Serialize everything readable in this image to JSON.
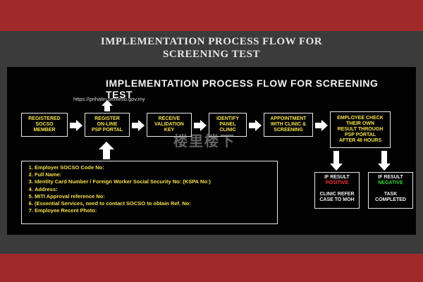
{
  "slide": {
    "title_line1": "IMPLEMENTATION PROCESS FLOW FOR",
    "title_line2": "SCREENING TEST"
  },
  "panel": {
    "title": "IMPLEMENTATION PROCESS FLOW FOR SCREENING TEST",
    "url": "https://prihatin.perkeso.gov.my",
    "watermark": "楼里楼下"
  },
  "steps": [
    {
      "lines": [
        "REGISTERED",
        "SOCSO",
        "MEMBER"
      ]
    },
    {
      "lines": [
        "REGISTER",
        "ON-LINE",
        "PSP PORTAL"
      ]
    },
    {
      "lines": [
        "RECEIVE",
        "VALIDATION",
        "KEY"
      ]
    },
    {
      "lines": [
        "IDENTIFY",
        "PANEL",
        "CLINIC"
      ]
    },
    {
      "lines": [
        "APPOINTMENT",
        "WITH CLINIC &",
        "SCREENING"
      ]
    },
    {
      "lines": [
        "EMPLOYEE CHECK",
        "THEIR OWN",
        "RESULT THROUGH",
        "PSP PORTAL",
        "AFTER 48 HOURS"
      ]
    }
  ],
  "requirements": [
    "Employer SOCSO Code No:",
    "Full Name:",
    "Identity Card Number / Foreign Worker Social Security No: (KSPA No:)",
    "Address:",
    "MITI Approval reference No:",
    "(Essential Services, need to contact SOCSO to obtain Ref. No:",
    "Employee Recent Photo:"
  ],
  "results": {
    "positive": {
      "line1": "IF RESULT",
      "status": "POSITIVE",
      "action_line1": "CLINIC REFER",
      "action_line2": "CASE TO MOH"
    },
    "negative": {
      "line1": "IF RESULT",
      "status": "NEGATIVE",
      "action_line1": "TASK",
      "action_line2": "COMPLETED"
    }
  },
  "colors": {
    "band": "#a02a2a",
    "step_text": "#f3e04a",
    "positive": "#ff2a2a",
    "negative": "#2fd23a"
  }
}
